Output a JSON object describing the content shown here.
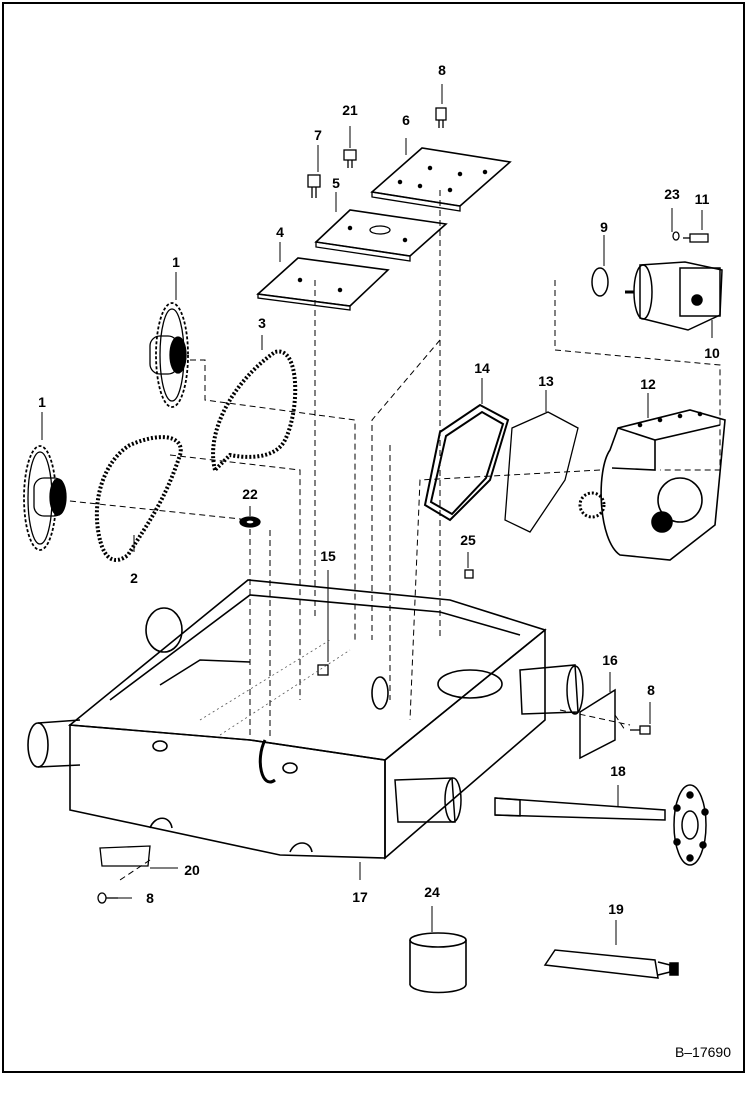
{
  "figure_id": "B–17690",
  "callouts": {
    "c1a": "1",
    "c1b": "1",
    "c2": "2",
    "c3": "3",
    "c4": "4",
    "c5": "5",
    "c6": "6",
    "c7": "7",
    "c8a": "8",
    "c8b": "8",
    "c8c": "8",
    "c9": "9",
    "c10": "10",
    "c11": "11",
    "c12": "12",
    "c13": "13",
    "c14": "14",
    "c15": "15",
    "c16": "16",
    "c17": "17",
    "c18": "18",
    "c19": "19",
    "c20": "20",
    "c21": "21",
    "c22": "22",
    "c23": "23",
    "c24": "24",
    "c25": "25"
  }
}
